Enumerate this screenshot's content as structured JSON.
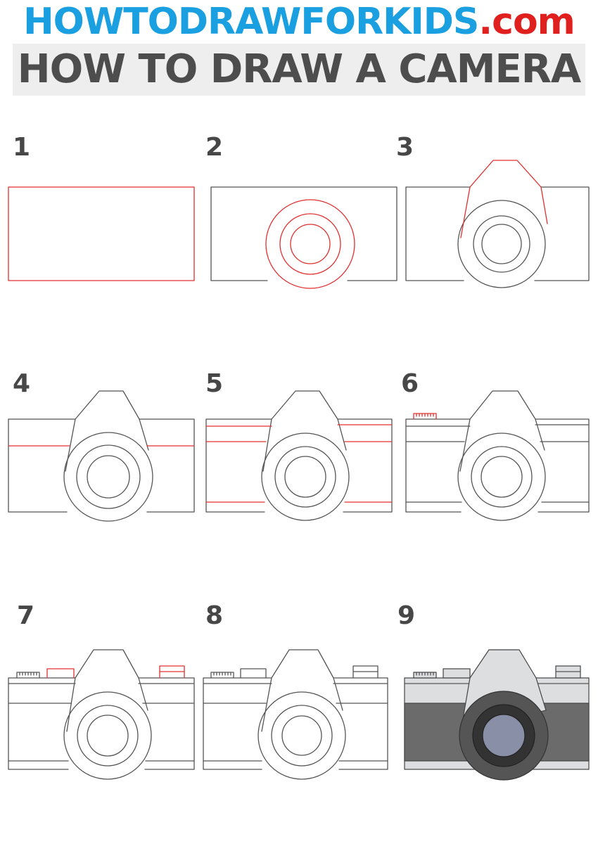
{
  "header": {
    "site_name": "HOWTODRAWFORKIDS",
    "site_tld": ".com",
    "title": "HOW TO DRAW A CAMERA"
  },
  "steps": [
    {
      "label": "1"
    },
    {
      "label": "2"
    },
    {
      "label": "3"
    },
    {
      "label": "4"
    },
    {
      "label": "5"
    },
    {
      "label": "6"
    },
    {
      "label": "7"
    },
    {
      "label": "8"
    },
    {
      "label": "9"
    }
  ],
  "colors": {
    "site_name": "#1a9fe0",
    "site_tld": "#e0201f",
    "title_text": "#4d4d4d",
    "title_band": "#eeeeee",
    "outline": "#555555",
    "new_line": "#e03030",
    "body_light": "#dcdee0",
    "body_dark": "#6b6b6b",
    "lens_outer": "#555555",
    "lens_middle": "#333333",
    "lens_glass": "#8a8fa8"
  }
}
